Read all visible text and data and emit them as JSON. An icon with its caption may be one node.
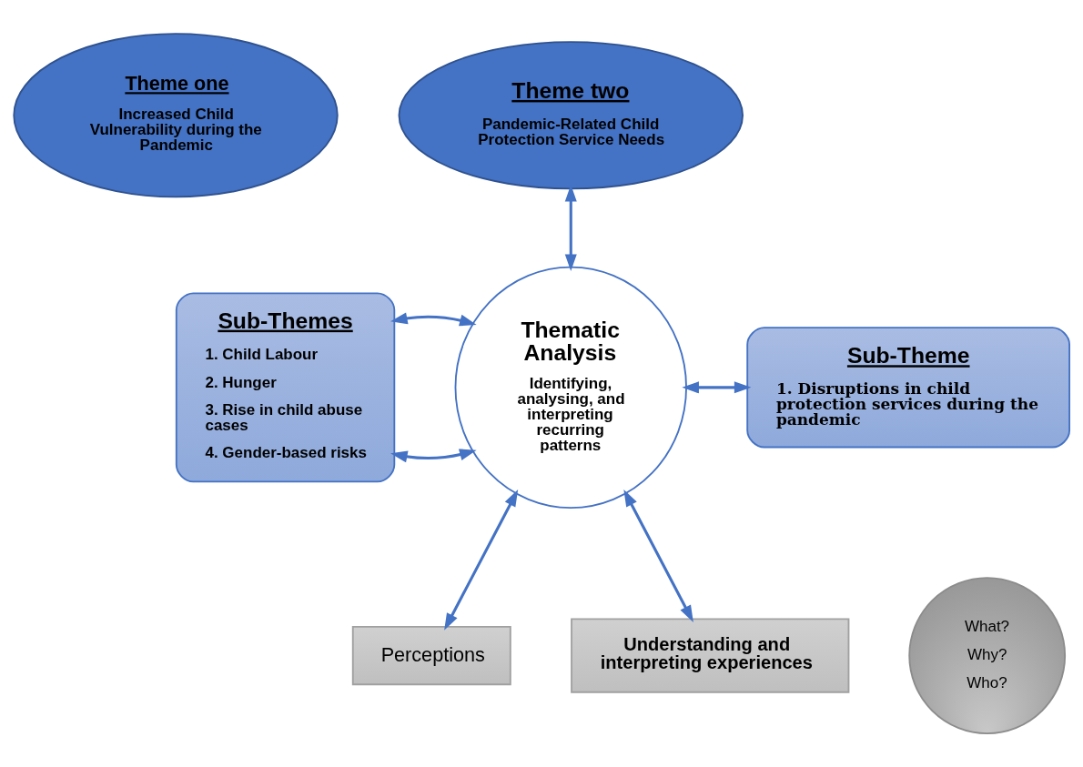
{
  "diagram": {
    "nodes": [
      {
        "text": [
          "Theme one",
          "Increased Child Vulnerability during the Pandemic"
        ]
      },
      {
        "text": [
          "Theme two",
          "Pandemic-Related Child Protection Service Needs"
        ]
      },
      {
        "text": [
          "Sub-Themes",
          "1. Child Labour",
          "2. Hunger",
          "3. Rise in child abuse cases",
          "4. Gender-based risks"
        ]
      },
      {
        "text": [
          "Thematic Analysis",
          "Identifying, analysing, and interpreting recurring patterns"
        ]
      },
      {
        "text": [
          "Sub-Theme",
          "1. Disruptions in child protection services during the pandemic"
        ]
      },
      {
        "text": [
          "What?",
          "Why?",
          "Who?"
        ]
      },
      {
        "text": [
          "Perceptions"
        ]
      },
      {
        "text": [
          "Understanding and interpreting experiences"
        ]
      }
    ],
    "edges": [
      {
        "from": 2,
        "to": 3,
        "arrow": "both"
      },
      {
        "from": 1,
        "to": 3,
        "arrow": "both"
      },
      {
        "from": 3,
        "to": 4,
        "arrow": "both"
      },
      {
        "from": 2,
        "to": 3,
        "arrow": "both"
      },
      {
        "from": 3,
        "to": 6,
        "arrow": "both"
      },
      {
        "from": 3,
        "to": 7,
        "arrow": "both"
      }
    ]
  }
}
